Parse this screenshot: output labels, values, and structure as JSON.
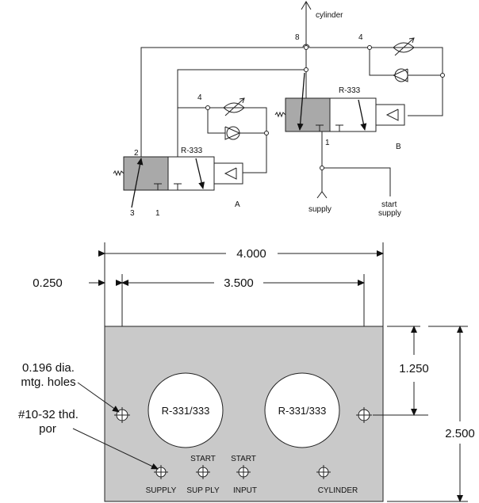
{
  "schematic": {
    "cylinder": "cylinder",
    "port_8": "8",
    "port_4_right": "4",
    "port_4_left": "4",
    "port_2": "2",
    "port_3": "3",
    "port_1_left": "1",
    "port_1_right": "1",
    "valve_a_model": "R-333",
    "valve_b_model": "R-333",
    "valve_a_letter": "A",
    "valve_b_letter": "B",
    "supply": "supply",
    "start_supply_1": "start",
    "start_supply_2": "supply"
  },
  "panel": {
    "dim_overall_width": "4.000",
    "dim_hole_spacing": "3.500",
    "dim_edge_offset": "0.250",
    "dim_overall_height": "2.500",
    "dim_hole_height": "1.250",
    "note_mtg_holes_1": "0.196 dia.",
    "note_mtg_holes_2": "mtg. holes",
    "note_thd_port_1": "#10-32 thd.",
    "note_thd_port_2": "por",
    "valve_left_label": "R-331/333",
    "valve_right_label": "R-331/333",
    "port_supply": "SUPPLY",
    "port_start_supply_1": "START",
    "port_start_supply_2": "SUP PLY",
    "port_start_input_1": "START",
    "port_start_input_2": "INPUT",
    "port_cylinder": "CYLINDER"
  },
  "colors": {
    "panel_fill": "#c9c9c9",
    "valve_shade": "#a9a9a9",
    "line": "#222222"
  }
}
